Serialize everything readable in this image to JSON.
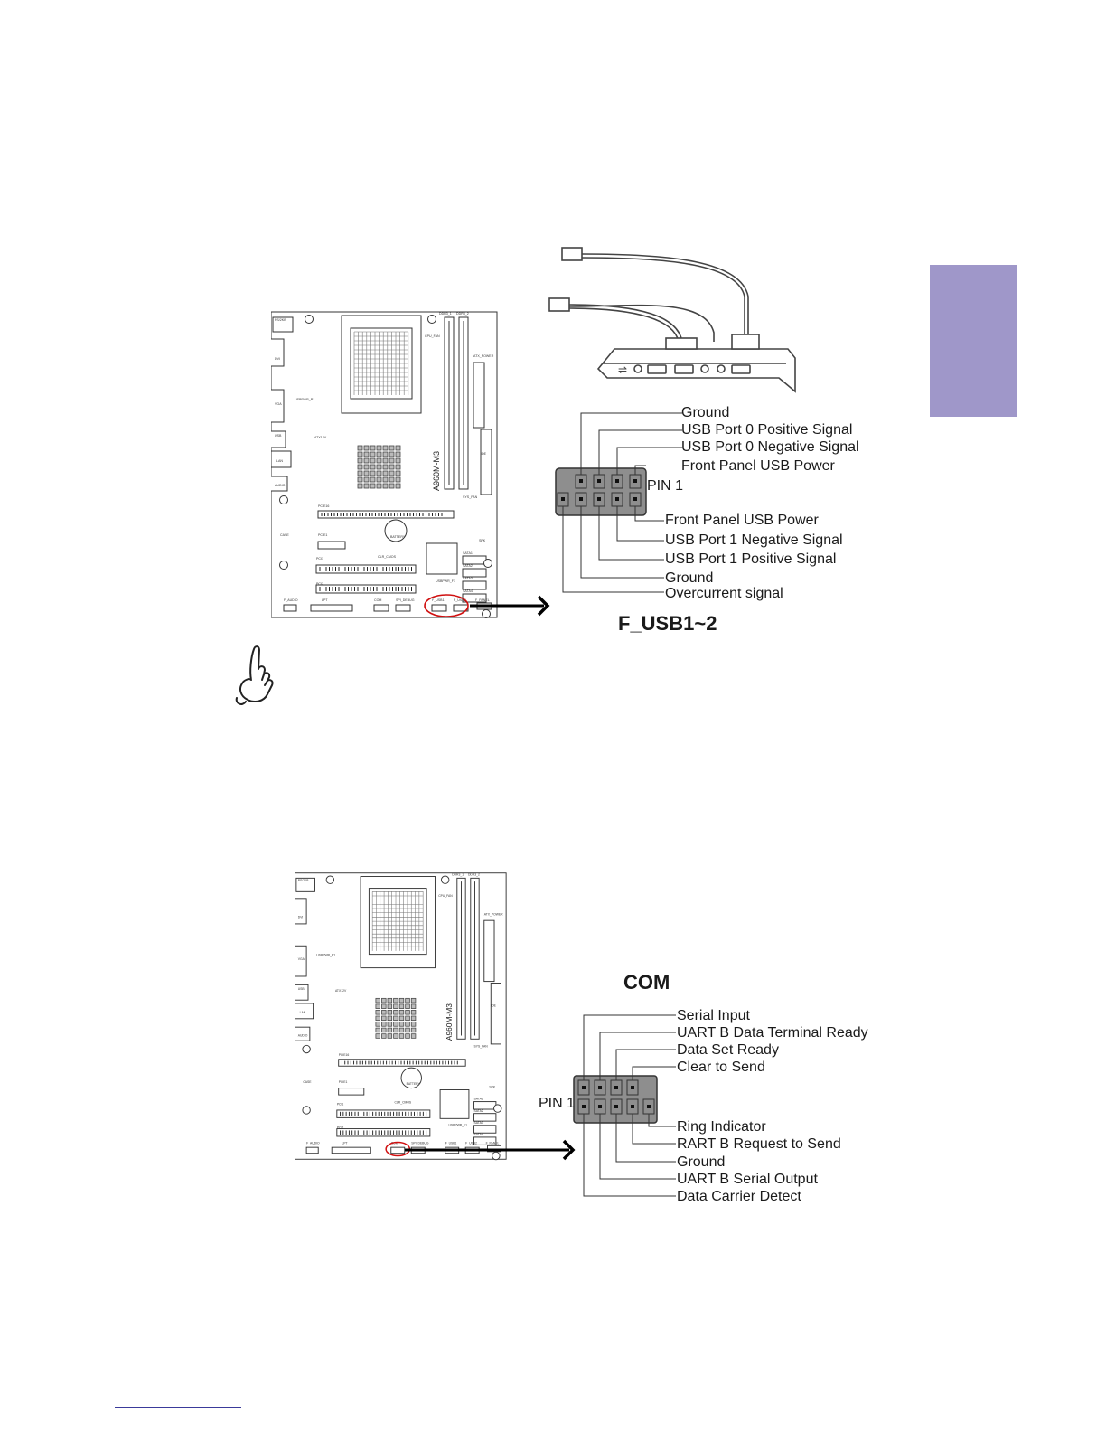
{
  "side_tab": {
    "color": "#9f97c9"
  },
  "note_icon": "pointing-hand-icon",
  "usb": {
    "title": "F_USB1~2",
    "pin1_label": "PIN 1",
    "top_pins": [
      "Ground",
      "USB Port 0 Positive Signal",
      "USB Port 0 Negative Signal",
      "Front Panel USB Power"
    ],
    "bottom_pins": [
      "Front Panel USB Power",
      "USB Port 1 Negative Signal",
      "USB Port 1 Positive Signal",
      "Ground",
      "Overcurrent signal"
    ]
  },
  "com": {
    "title": "COM",
    "pin1_label": "PIN 1",
    "top_pins": [
      "Serial Input",
      "UART B Data Terminal Ready",
      "Data Set Ready",
      "Clear to Send"
    ],
    "bottom_pins": [
      "Ring Indicator",
      "RART B Request to Send",
      "Ground",
      "UART B Serial Output",
      "Data Carrier Detect"
    ]
  },
  "board": {
    "model": "A960M-M3",
    "labels": [
      "PS/2KB",
      "DVI",
      "VGA",
      "USB",
      "LAN",
      "AUDIO",
      "USBPWR_R1",
      "ATX12V",
      "CPU_FAN",
      "DDR3_1",
      "DDR3_2",
      "ATX_POWER",
      "IDE",
      "SYS_FAN",
      "PCIE16",
      "PCIE1",
      "PCI1",
      "PCI2",
      "BATTERY",
      "CLR_CMOS",
      "SPK",
      "SATA1",
      "SATA2",
      "SATA3",
      "SATA4",
      "USBPWR_F1",
      "CASE",
      "F_AUDIO",
      "LPT",
      "COM",
      "SPI_DEBUG",
      "F_USB1",
      "F_USB2",
      "F_PANEL"
    ]
  }
}
